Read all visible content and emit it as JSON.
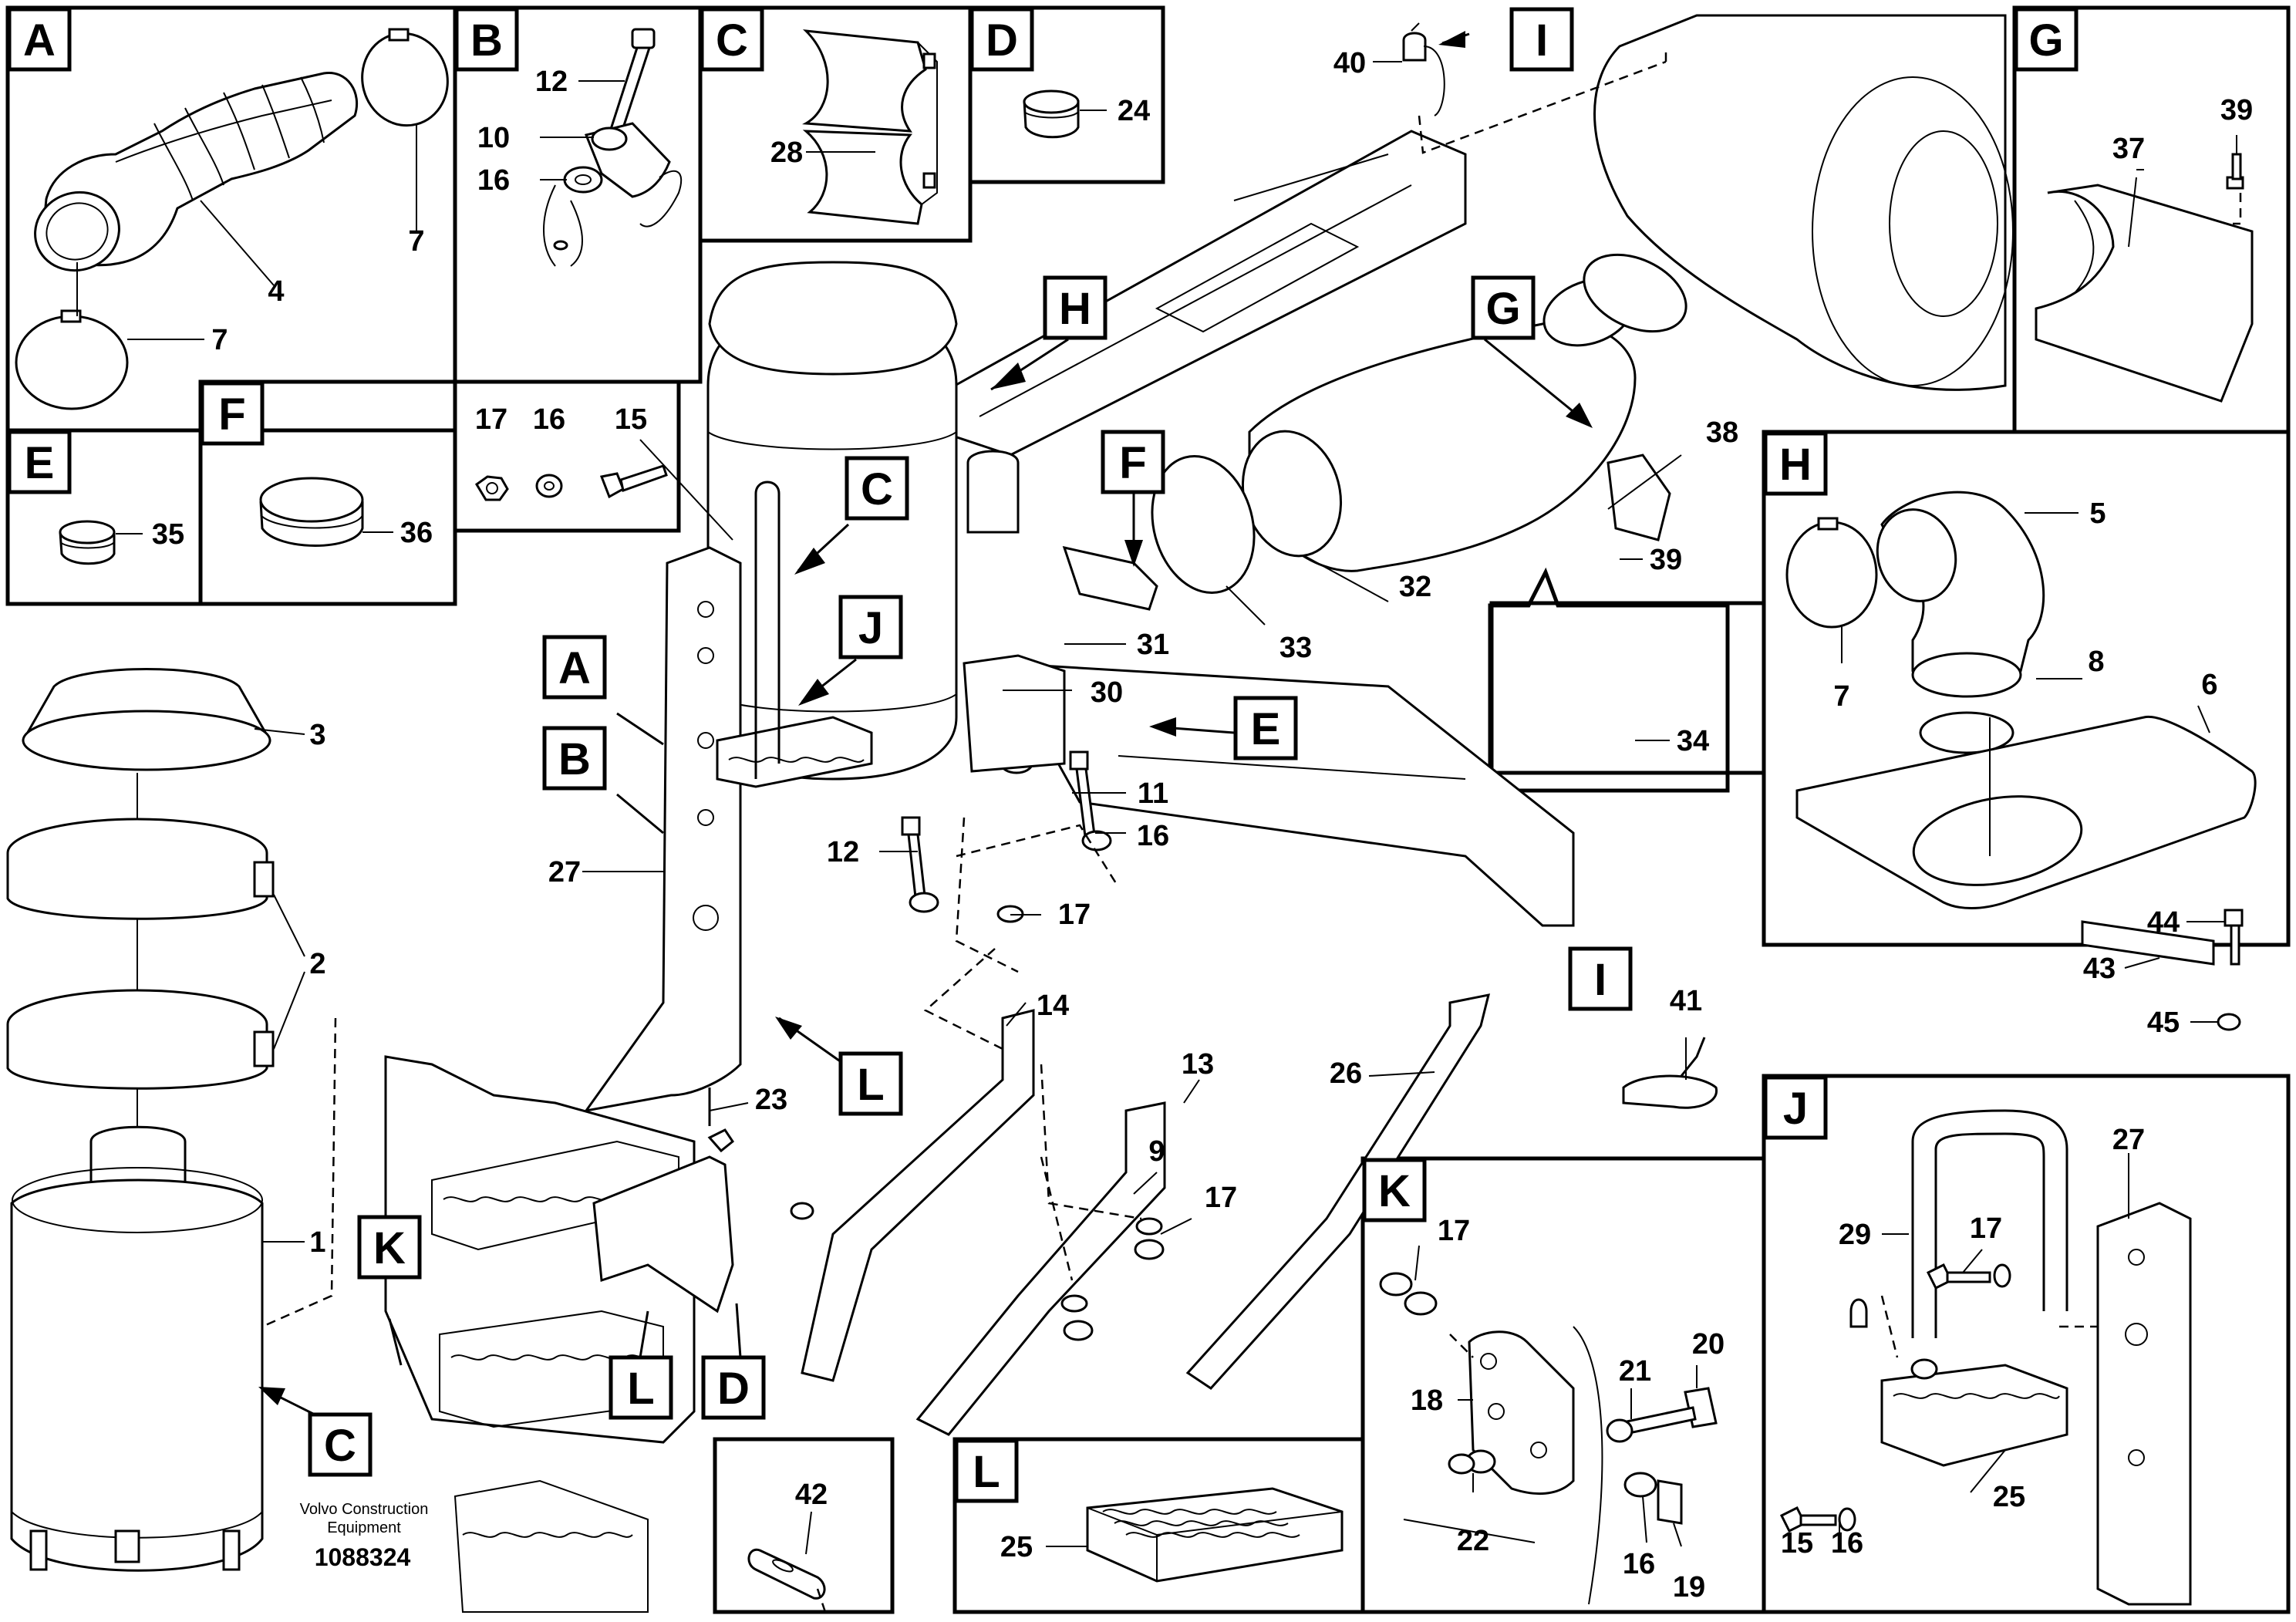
{
  "publisher_line1": "Volvo Construction",
  "publisher_line2": "Equipment",
  "drawing_number": "1088324",
  "detail_letters": [
    "A",
    "B",
    "C",
    "D",
    "E",
    "F",
    "G",
    "H",
    "I",
    "J",
    "K",
    "L"
  ],
  "callout_numbers": [
    "1",
    "2",
    "3",
    "4",
    "5",
    "6",
    "7",
    "8",
    "9",
    "10",
    "11",
    "12",
    "13",
    "14",
    "15",
    "16",
    "17",
    "18",
    "19",
    "20",
    "21",
    "22",
    "23",
    "24",
    "25",
    "26",
    "27",
    "28",
    "29",
    "30",
    "31",
    "32",
    "33",
    "34",
    "35",
    "36",
    "37",
    "38",
    "39",
    "40",
    "41",
    "42",
    "43",
    "44",
    "45"
  ]
}
